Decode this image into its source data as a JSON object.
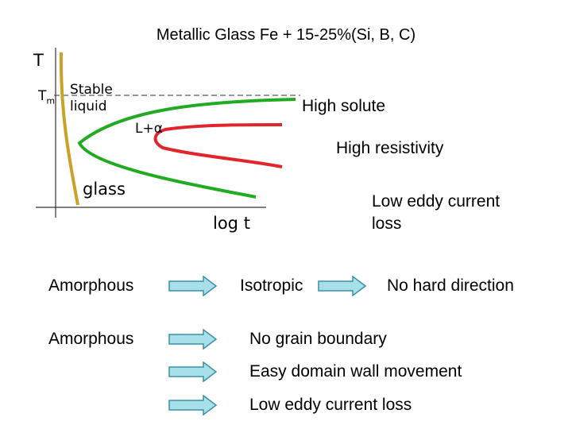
{
  "title": "Metallic Glass Fe + 15-25%(Si, B, C)",
  "diagram": {
    "y_axis_label": "T",
    "tm_label": "T",
    "tm_subscript": "m",
    "stable_line1": "Stable",
    "stable_line2": "liquid",
    "phase_label": "L+α",
    "glass_label": "glass",
    "x_axis_label": "log t",
    "colors": {
      "glass_curve": "#c9a227",
      "green_curve": "#22aa22",
      "red_curve": "#e0262a",
      "arrow_fill": "#a8e0ea",
      "arrow_stroke": "#3a8fa8"
    }
  },
  "properties": {
    "high_solute": "High solute",
    "high_resistivity": "High resistivity",
    "low_eddy_line1": "Low eddy current",
    "low_eddy_line2": "loss"
  },
  "chains": {
    "row1": {
      "from": "Amorphous",
      "mid": "Isotropic",
      "to": "No hard direction"
    },
    "row2": {
      "from": "Amorphous",
      "items": [
        "No grain boundary",
        "Easy domain wall movement",
        "Low eddy current loss"
      ]
    }
  }
}
